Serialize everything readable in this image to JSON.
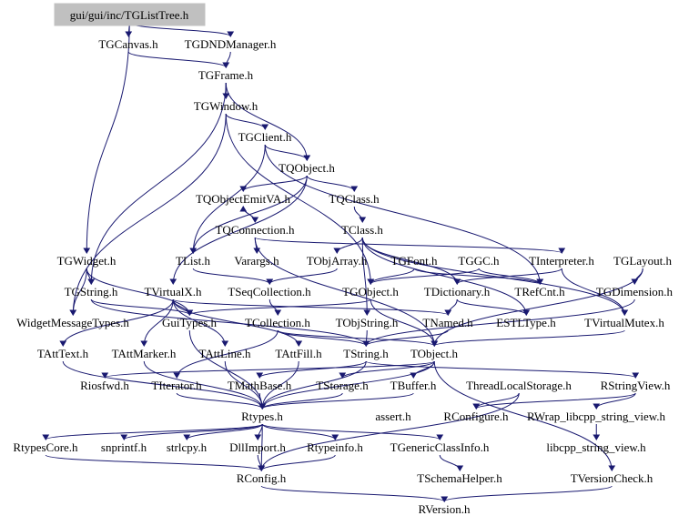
{
  "colors": {
    "edge": "#191970",
    "root_fill": "#c0c0c0",
    "text": "#000000",
    "background": "#ffffff"
  },
  "nodes": {
    "TGListTree": "gui/gui/inc/TGListTree.h",
    "TGCanvas": "TGCanvas.h",
    "TGDNDManager": "TGDNDManager.h",
    "TGFrame": "TGFrame.h",
    "TGWindow": "TGWindow.h",
    "TGClient": "TGClient.h",
    "TQObject": "TQObject.h",
    "TQObjectEmitVA": "TQObjectEmitVA.h",
    "TQClass": "TQClass.h",
    "TQConnection": "TQConnection.h",
    "TClass": "TClass.h",
    "TGWidget": "TGWidget.h",
    "TList": "TList.h",
    "Varargs": "Varargs.h",
    "TObjArray": "TObjArray.h",
    "TGFont": "TGFont.h",
    "TGGC": "TGGC.h",
    "TInterpreter": "TInterpreter.h",
    "TGLayout": "TGLayout.h",
    "TGString": "TGString.h",
    "TVirtualX": "TVirtualX.h",
    "TSeqCollection": "TSeqCollection.h",
    "TGObject": "TGObject.h",
    "TDictionary": "TDictionary.h",
    "TRefCnt": "TRefCnt.h",
    "TGDimension": "TGDimension.h",
    "WidgetMessageTypes": "WidgetMessageTypes.h",
    "GuiTypes": "GuiTypes.h",
    "TCollection": "TCollection.h",
    "TObjString": "TObjString.h",
    "TNamed": "TNamed.h",
    "ESTLType": "ESTLType.h",
    "TVirtualMutex": "TVirtualMutex.h",
    "TAttText": "TAttText.h",
    "TAttMarker": "TAttMarker.h",
    "TAttLine": "TAttLine.h",
    "TAttFill": "TAttFill.h",
    "TString": "TString.h",
    "TObject": "TObject.h",
    "Riosfwd": "Riosfwd.h",
    "TIterator": "TIterator.h",
    "TMathBase": "TMathBase.h",
    "TStorage": "TStorage.h",
    "TBuffer": "TBuffer.h",
    "ThreadLocalStorage": "ThreadLocalStorage.h",
    "RStringView": "RStringView.h",
    "Rtypes": "Rtypes.h",
    "assert": "assert.h",
    "RConfigure": "RConfigure.h",
    "RWrap": "RWrap_libcpp_string_view.h",
    "RtypesCore": "RtypesCore.h",
    "snprintf": "snprintf.h",
    "strlcpy": "strlcpy.h",
    "DllImport": "DllImport.h",
    "Rtypeinfo": "Rtypeinfo.h",
    "TGenericClassInfo": "TGenericClassInfo.h",
    "libcpp": "libcpp_string_view.h",
    "RConfig": "RConfig.h",
    "TSchemaHelper": "TSchemaHelper.h",
    "TVersionCheck": "TVersionCheck.h",
    "RVersion": "RVersion.h"
  },
  "edges": [
    [
      "TGListTree",
      "TGCanvas"
    ],
    [
      "TGListTree",
      "TGDNDManager"
    ],
    [
      "TGListTree",
      "TGWidget"
    ],
    [
      "TGCanvas",
      "TGFrame"
    ],
    [
      "TGDNDManager",
      "TGFrame"
    ],
    [
      "TGFrame",
      "TGWindow"
    ],
    [
      "TGFrame",
      "TQObject"
    ],
    [
      "TGFrame",
      "TGString"
    ],
    [
      "TGWindow",
      "TGClient"
    ],
    [
      "TGWindow",
      "TGObject"
    ],
    [
      "TGWindow",
      "WidgetMessageTypes"
    ],
    [
      "TGClient",
      "TQObject"
    ],
    [
      "TGClient",
      "TList"
    ],
    [
      "TGClient",
      "TRefCnt"
    ],
    [
      "TQObject",
      "TQObjectEmitVA"
    ],
    [
      "TQObject",
      "TQClass"
    ],
    [
      "TQObject",
      "TList"
    ],
    [
      "TQObject",
      "TVirtualX"
    ],
    [
      "TQObjectEmitVA",
      "TQConnection"
    ],
    [
      "TQConnection",
      "TQObjectEmitVA"
    ],
    [
      "TQConnection",
      "Varargs"
    ],
    [
      "TQConnection",
      "TInterpreter"
    ],
    [
      "TQConnection",
      "TObject"
    ],
    [
      "TQClass",
      "TClass"
    ],
    [
      "TClass",
      "TObjArray"
    ],
    [
      "TClass",
      "TDictionary"
    ],
    [
      "TClass",
      "TObjString"
    ],
    [
      "TClass",
      "ESTLType"
    ],
    [
      "TClass",
      "TVirtualMutex"
    ],
    [
      "TGWidget",
      "TGString"
    ],
    [
      "TGWidget",
      "WidgetMessageTypes"
    ],
    [
      "TGWidget",
      "GuiTypes"
    ],
    [
      "TList",
      "TSeqCollection"
    ],
    [
      "TObjArray",
      "TSeqCollection"
    ],
    [
      "TGFont",
      "TGObject"
    ],
    [
      "TGFont",
      "TRefCnt"
    ],
    [
      "TGGC",
      "TGObject"
    ],
    [
      "TGGC",
      "TRefCnt"
    ],
    [
      "TInterpreter",
      "TDictionary"
    ],
    [
      "TInterpreter",
      "TVirtualMutex"
    ],
    [
      "TGLayout",
      "TGDimension"
    ],
    [
      "TGLayout",
      "TObject"
    ],
    [
      "TGString",
      "GuiTypes"
    ],
    [
      "TGString",
      "TString"
    ],
    [
      "TVirtualX",
      "GuiTypes"
    ],
    [
      "TVirtualX",
      "TNamed"
    ],
    [
      "TVirtualX",
      "TAttText"
    ],
    [
      "TVirtualX",
      "TAttMarker"
    ],
    [
      "TVirtualX",
      "TAttLine"
    ],
    [
      "TVirtualX",
      "TAttFill"
    ],
    [
      "TSeqCollection",
      "TCollection"
    ],
    [
      "TGObject",
      "TObject"
    ],
    [
      "TGObject",
      "GuiTypes"
    ],
    [
      "TDictionary",
      "TNamed"
    ],
    [
      "TDictionary",
      "ESTLType"
    ],
    [
      "TGDimension",
      "TString"
    ],
    [
      "GuiTypes",
      "Rtypes"
    ],
    [
      "TCollection",
      "TObject"
    ],
    [
      "TCollection",
      "TIterator"
    ],
    [
      "TCollection",
      "TString"
    ],
    [
      "TObjString",
      "TString"
    ],
    [
      "TNamed",
      "TString"
    ],
    [
      "TVirtualMutex",
      "TObject"
    ],
    [
      "TAttText",
      "Rtypes"
    ],
    [
      "TAttMarker",
      "Rtypes"
    ],
    [
      "TAttLine",
      "Rtypes"
    ],
    [
      "TAttFill",
      "Rtypes"
    ],
    [
      "TString",
      "Rtypes"
    ],
    [
      "TString",
      "TMathBase"
    ],
    [
      "TString",
      "RStringView"
    ],
    [
      "TObject",
      "Rtypes"
    ],
    [
      "TObject",
      "TStorage"
    ],
    [
      "TObject",
      "TVersionCheck"
    ],
    [
      "TObject",
      "Riosfwd"
    ],
    [
      "TObject",
      "TBuffer"
    ],
    [
      "TIterator",
      "Rtypes"
    ],
    [
      "TMathBase",
      "Rtypes"
    ],
    [
      "TStorage",
      "Rtypes"
    ],
    [
      "TBuffer",
      "Rtypes"
    ],
    [
      "ThreadLocalStorage",
      "RConfigure"
    ],
    [
      "ThreadLocalStorage",
      "RConfig"
    ],
    [
      "RStringView",
      "RConfigure"
    ],
    [
      "RStringView",
      "RWrap"
    ],
    [
      "RWrap",
      "libcpp"
    ],
    [
      "Rtypes",
      "RtypesCore"
    ],
    [
      "Rtypes",
      "snprintf"
    ],
    [
      "Rtypes",
      "strlcpy"
    ],
    [
      "Rtypes",
      "DllImport"
    ],
    [
      "Rtypes",
      "Rtypeinfo"
    ],
    [
      "Rtypes",
      "TGenericClassInfo"
    ],
    [
      "Rtypes",
      "RConfig"
    ],
    [
      "RtypesCore",
      "RConfig"
    ],
    [
      "DllImport",
      "RConfig"
    ],
    [
      "Rtypeinfo",
      "RConfig"
    ],
    [
      "TGenericClassInfo",
      "TSchemaHelper"
    ],
    [
      "RConfig",
      "RVersion"
    ],
    [
      "TVersionCheck",
      "RVersion"
    ]
  ]
}
